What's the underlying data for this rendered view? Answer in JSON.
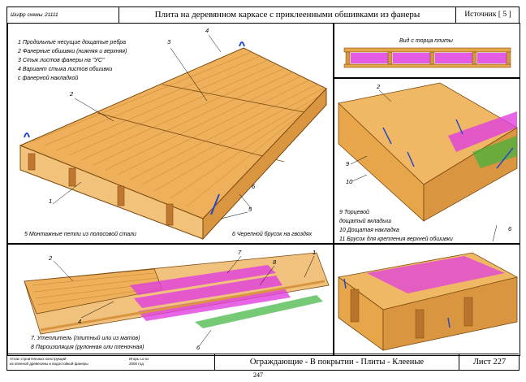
{
  "header": {
    "code_label": "Шифр схемы",
    "code_value": "21111",
    "title": "Плита на деревянном каркасе с приклеенными обшивками из фанеры",
    "source": "Источник [ 5 ]"
  },
  "panel_main": {
    "legend": [
      "1  Продольные несущие дощатые ребра",
      "2  Фанерные обшивки (нижняя и верхняя)",
      "3  Стык листов фанеры на \"УС\"",
      "4  Вариант стыка листов обшивки",
      "    с фанерной накладкой"
    ],
    "caption_left": "5  Монтажные петли из полосовой стали",
    "caption_right": "6  Черепной брусок на гвоздях",
    "callouts": [
      "3",
      "4",
      "2",
      "1",
      "5",
      "6"
    ]
  },
  "panel_end": {
    "caption": "Вид с торца плиты"
  },
  "panel_detail": {
    "callouts": [
      "2",
      "9",
      "10",
      "6"
    ],
    "legend": [
      "9   Торцевой",
      "     дощатый вкладыш",
      "10  Дощатая накладка",
      "11  Брусок для крепления верхней обшивки"
    ]
  },
  "panel_bottom": {
    "callouts": [
      "2",
      "7",
      "8",
      "1",
      "4",
      "6"
    ],
    "legend": [
      "7. Утеплитель (плитный или из матов)",
      "8  Пароизоляция (рулонная или пленочная)"
    ]
  },
  "footer": {
    "left_line1": "Атлас строительных конструкций",
    "left_line2": "из клееной древесины и водостойкой фанеры",
    "left_line3": "Игорь Lo-xx",
    "left_line4": "2000 год",
    "middle": "Ограждающие - В покрытии - Плиты - Клееные",
    "sheet": "Лист 227"
  },
  "page_number": "247",
  "colors": {
    "wood": "#e8a64a",
    "wood_dark": "#b8742a",
    "insulation": "#e040e0",
    "vapor": "#3cb43c",
    "steel": "#2848c8"
  }
}
